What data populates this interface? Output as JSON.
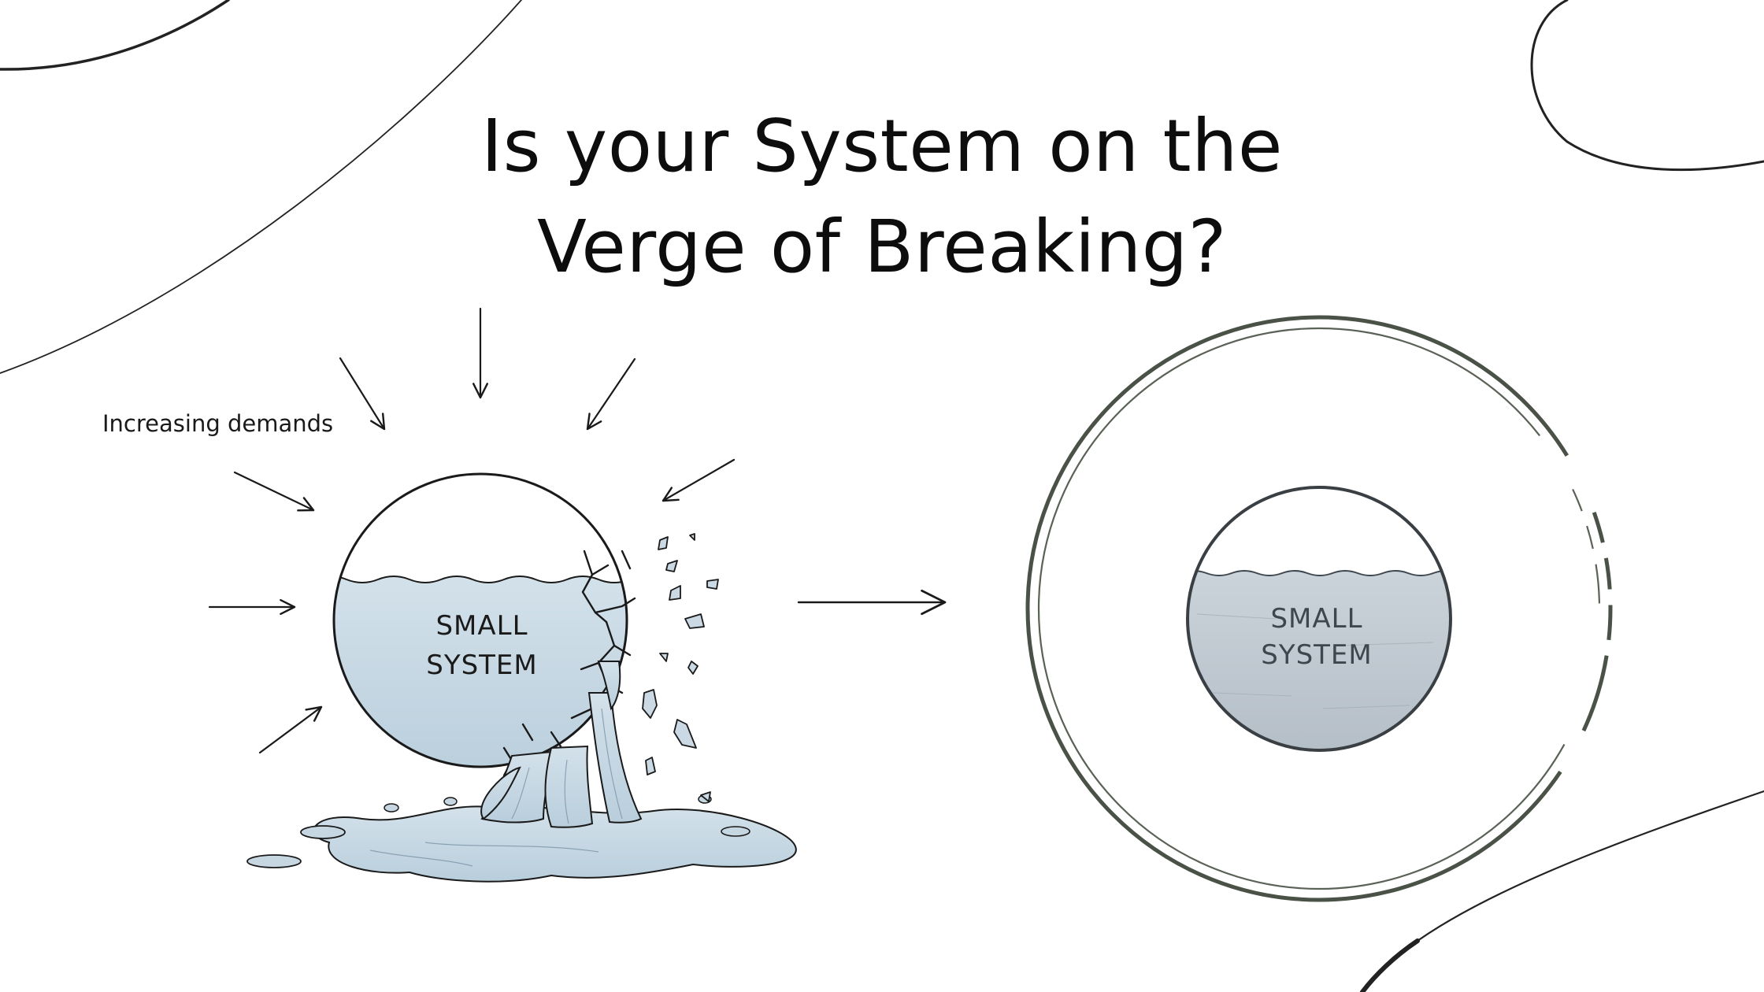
{
  "title": {
    "line1": "Is your System on the",
    "line2": "Verge of Breaking?"
  },
  "left_diagram": {
    "annotation": "Increasing demands",
    "sphere_label_line1": "SMALL",
    "sphere_label_line2": "SYSTEM",
    "state": "cracking-and-leaking"
  },
  "right_diagram": {
    "sphere_label_line1": "SMALL",
    "sphere_label_line2": "SYSTEM",
    "state": "contained-in-larger-ring"
  },
  "transition_arrow": "arrow-right-icon",
  "colors": {
    "ink": "#1a1a1a",
    "water": "#c9d9e4",
    "water_dark": "#9fb6c6",
    "right_water": "#c3ccd4",
    "outer_ring": "#4a5247"
  }
}
